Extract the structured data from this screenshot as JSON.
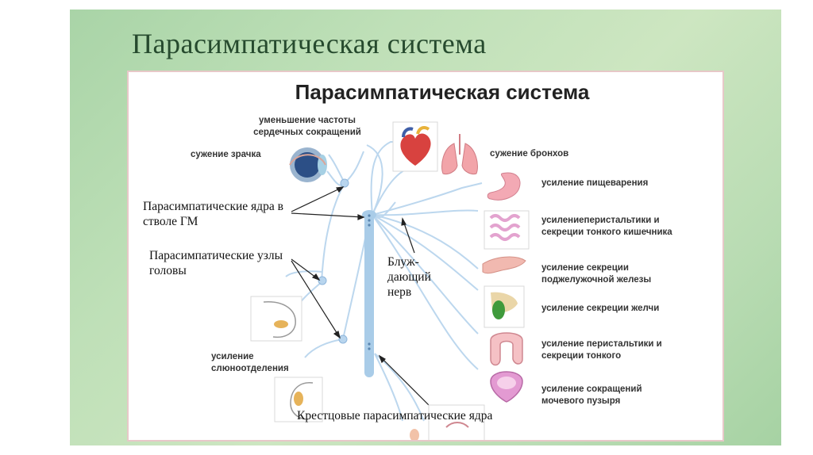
{
  "slide": {
    "title": "Парасимпатическая система"
  },
  "figure": {
    "title": "Парасимпатическая система",
    "labels": {
      "heart_rate": "уменьшение частоты сердечных сокращений",
      "pupil": "сужение зрачка",
      "bronchi": "сужение бронхов",
      "digestion": "усиление пищеварения",
      "small_intestine": "усилениеперистальтики и секреции тонкого кишечника",
      "pancreas": "усиление секреции поджелужочной железы",
      "bile": "усиление секреции желчи",
      "colon": "усиление перистальтики и секреции тонкого",
      "bladder": "усиление сокращений мочевого пузыря",
      "salivation": "усиление слюноотделения"
    },
    "annotations": {
      "brainstem_nuclei": "Парасимпатические ядра в стволе ГМ",
      "head_ganglia": "Парасимпатические узлы головы",
      "vagus": "Блуж- дающий нерв",
      "sacral_nuclei": "Крестцовые парасимпатические ядра"
    }
  },
  "colors": {
    "slide_bg": "#bfe0b8",
    "title": "#264a2e",
    "nerve": "#bcd7ee",
    "spine": "#a9cce8",
    "frame": "#e7c8c8"
  }
}
